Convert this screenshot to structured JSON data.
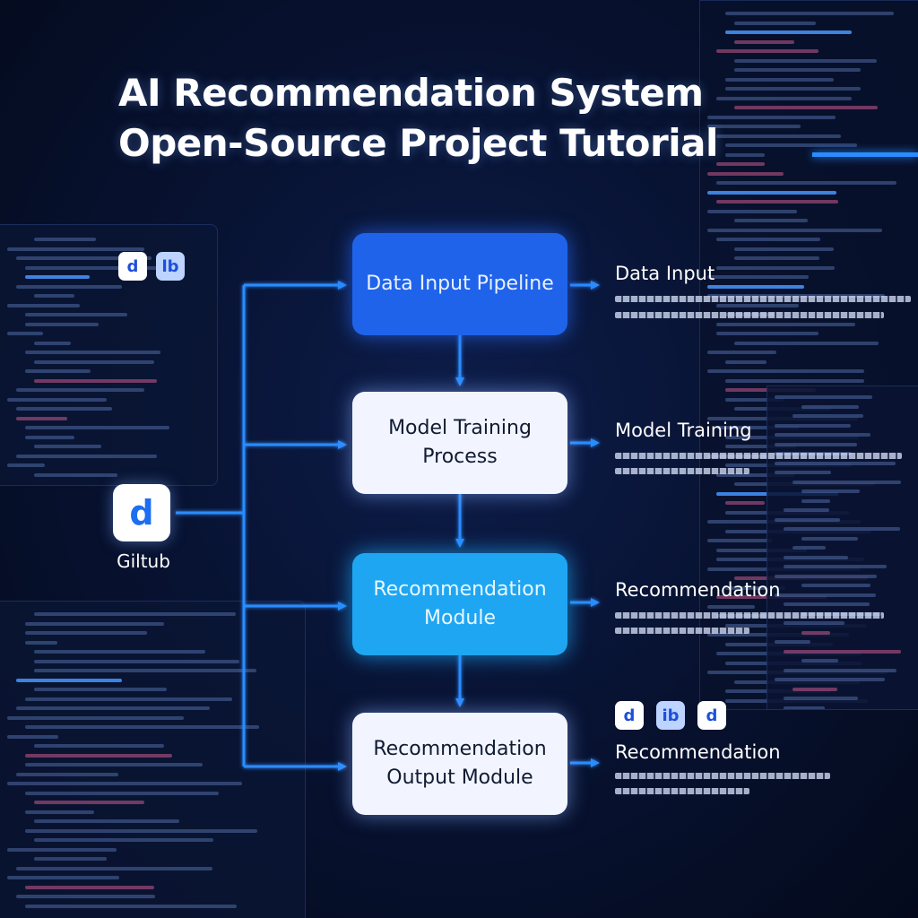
{
  "title": {
    "line1": "AI Recommendation System",
    "line2": "Open-Source Project Tutorial"
  },
  "flow": [
    {
      "label": "Data Input Pipeline"
    },
    {
      "label": "Model Training Process"
    },
    {
      "label": "Recommendation Module"
    },
    {
      "label": "Recommendation Output Module"
    }
  ],
  "side_labels": [
    "Data Input",
    "Model Training",
    "Recommendation",
    "Recommendation"
  ],
  "source": {
    "label": "Giltub",
    "icon": "app-logo-icon"
  },
  "icons": {
    "top_left": [
      "app-logo-icon",
      "text-badge-icon"
    ],
    "top_left_glyphs": [
      "d",
      "lb"
    ],
    "bottom_right": [
      "app-logo-icon",
      "text-badge-icon",
      "app-logo-icon"
    ],
    "bottom_right_glyphs": [
      "d",
      "ib",
      "d"
    ]
  },
  "colors": {
    "background": "#060d24",
    "box_primary": "#1f63ea",
    "box_light": "#f2f5ff",
    "box_cyan": "#1ea6f2",
    "connector": "#2a8cff"
  }
}
